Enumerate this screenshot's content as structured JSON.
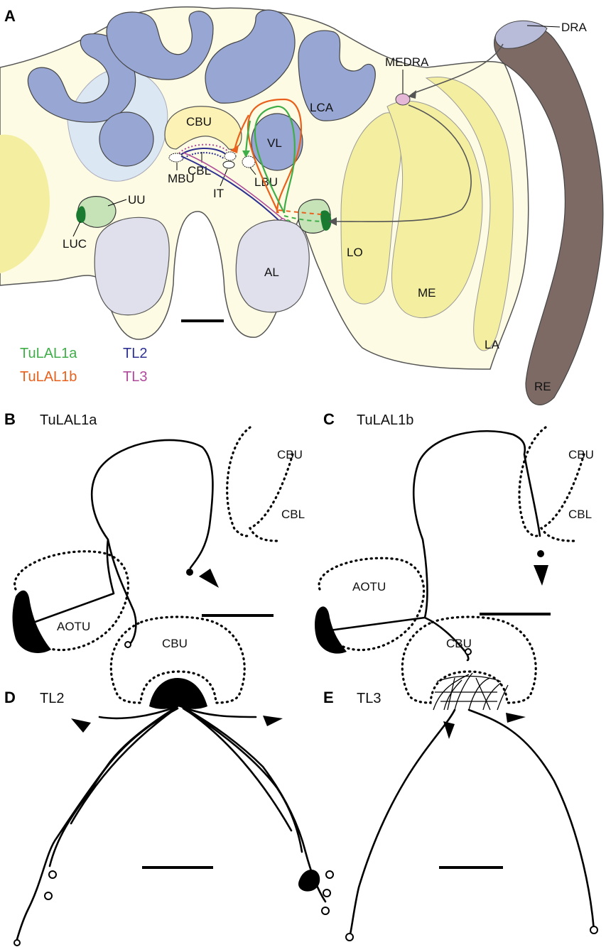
{
  "panels": {
    "A": {
      "letter": "A"
    },
    "B": {
      "letter": "B",
      "title": "TuLAL1a"
    },
    "C": {
      "letter": "C",
      "title": "TuLAL1b"
    },
    "D": {
      "letter": "D",
      "title": "TL2"
    },
    "E": {
      "letter": "E",
      "title": "TL3"
    }
  },
  "brain_labels": {
    "dra": "DRA",
    "medra": "MEDRA",
    "lca": "LCA",
    "cbu": "CBU",
    "vl": "VL",
    "cbl": "CBL",
    "lbu": "LBU",
    "mbu": "MBU",
    "it": "IT",
    "uu": "UU",
    "luc": "LUC",
    "lo": "LO",
    "al": "AL",
    "me": "ME",
    "la": "LA",
    "re": "RE"
  },
  "legend": [
    {
      "label": "TuLAL1a",
      "color": "#3fae49"
    },
    {
      "label": "TL2",
      "color": "#2e3192"
    },
    {
      "label": "TuLAL1b",
      "color": "#e8601c"
    },
    {
      "label": "TL3",
      "color": "#b04a9a"
    }
  ],
  "neuron_labels": {
    "b_cbu": "CBU",
    "b_cbl": "CBL",
    "b_aotu": "AOTU",
    "c_cbu": "CBU",
    "c_cbl": "CBL",
    "c_aotu": "AOTU",
    "d_cbu": "CBU",
    "e_cbu": "CBU"
  },
  "colors": {
    "brain_bg": "#fdfbe3",
    "neuropil_blue": "#98a6d3",
    "neuropil_lilac": "#e0e0ec",
    "optic_yellow": "#f4efa0",
    "retina": "#7e6a64",
    "uu_green": "#c6e3b8",
    "luc_green": "#1a7a30",
    "cbu_fill": "#fdf2b5"
  }
}
